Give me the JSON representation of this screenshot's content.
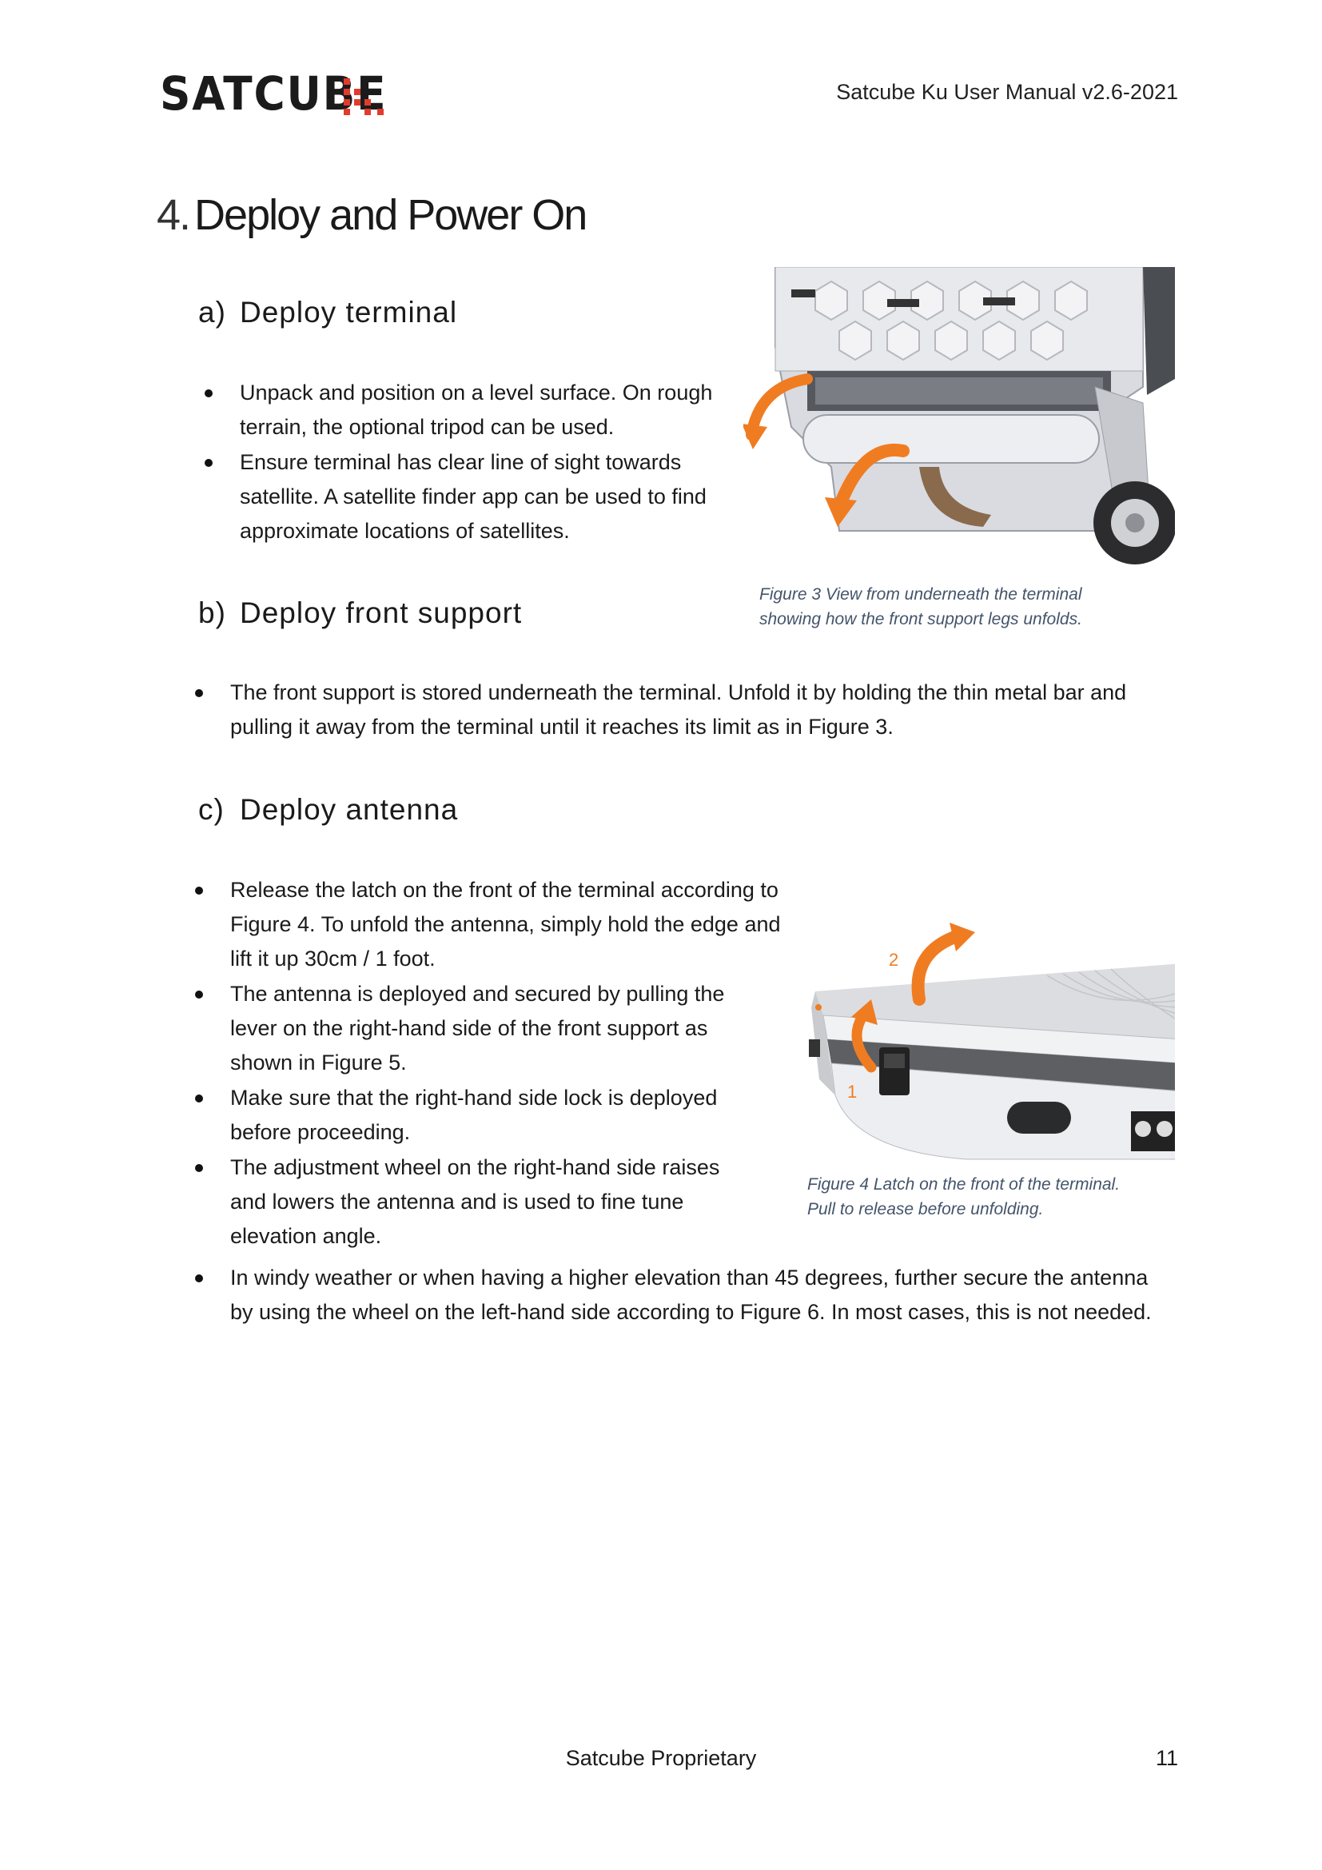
{
  "header": {
    "logo_text": "SATCUBE",
    "title": "Satcube Ku User Manual v2.6-2021"
  },
  "chapter": {
    "number": "4.",
    "title": "Deploy and Power On"
  },
  "sections": [
    {
      "label": "a)",
      "title": "Deploy terminal",
      "bullets": [
        "Unpack and position on a level surface. On rough terrain, the optional tripod can be used.",
        "Ensure terminal has clear line of sight towards satellite. A satellite finder app can be used to find approximate locations of satellites."
      ]
    },
    {
      "label": "b)",
      "title": "Deploy front support",
      "bullets": [
        "The front support is stored underneath the terminal. Unfold it by holding the thin metal bar and pulling it away from the terminal until it reaches its limit as in Figure 3."
      ]
    },
    {
      "label": "c)",
      "title": "Deploy antenna",
      "bullets": [
        "Release the latch on the front of the terminal according to Figure 4. To unfold the antenna, simply hold the edge and lift it up 30cm / 1 foot.",
        "The antenna is deployed and secured by pulling the lever on the right-hand side of the front support as shown in Figure 5.",
        "Make sure that the right-hand side lock is deployed before proceeding.",
        "The adjustment wheel on the right-hand side raises and lowers the antenna and is used to fine tune elevation angle.",
        "In windy weather or when having a higher elevation than 45 degrees, further secure the antenna by using the wheel on the left-hand side according to Figure 6. In most cases, this is not needed."
      ]
    }
  ],
  "figures": {
    "fig3": {
      "caption_line1": "Figure 3 View from underneath the terminal",
      "caption_line2": "showing how the front support legs unfolds."
    },
    "fig4": {
      "callout_1": "1",
      "callout_2": "2",
      "caption_line1": "Figure 4 Latch on the front of the terminal.",
      "caption_line2": "Pull to release before unfolding."
    }
  },
  "footer": {
    "center": "Satcube Proprietary",
    "page_number": "11"
  },
  "colors": {
    "brand_red": "#e23b2e",
    "accent_orange": "#f07c22",
    "caption_blue": "#44546a"
  }
}
